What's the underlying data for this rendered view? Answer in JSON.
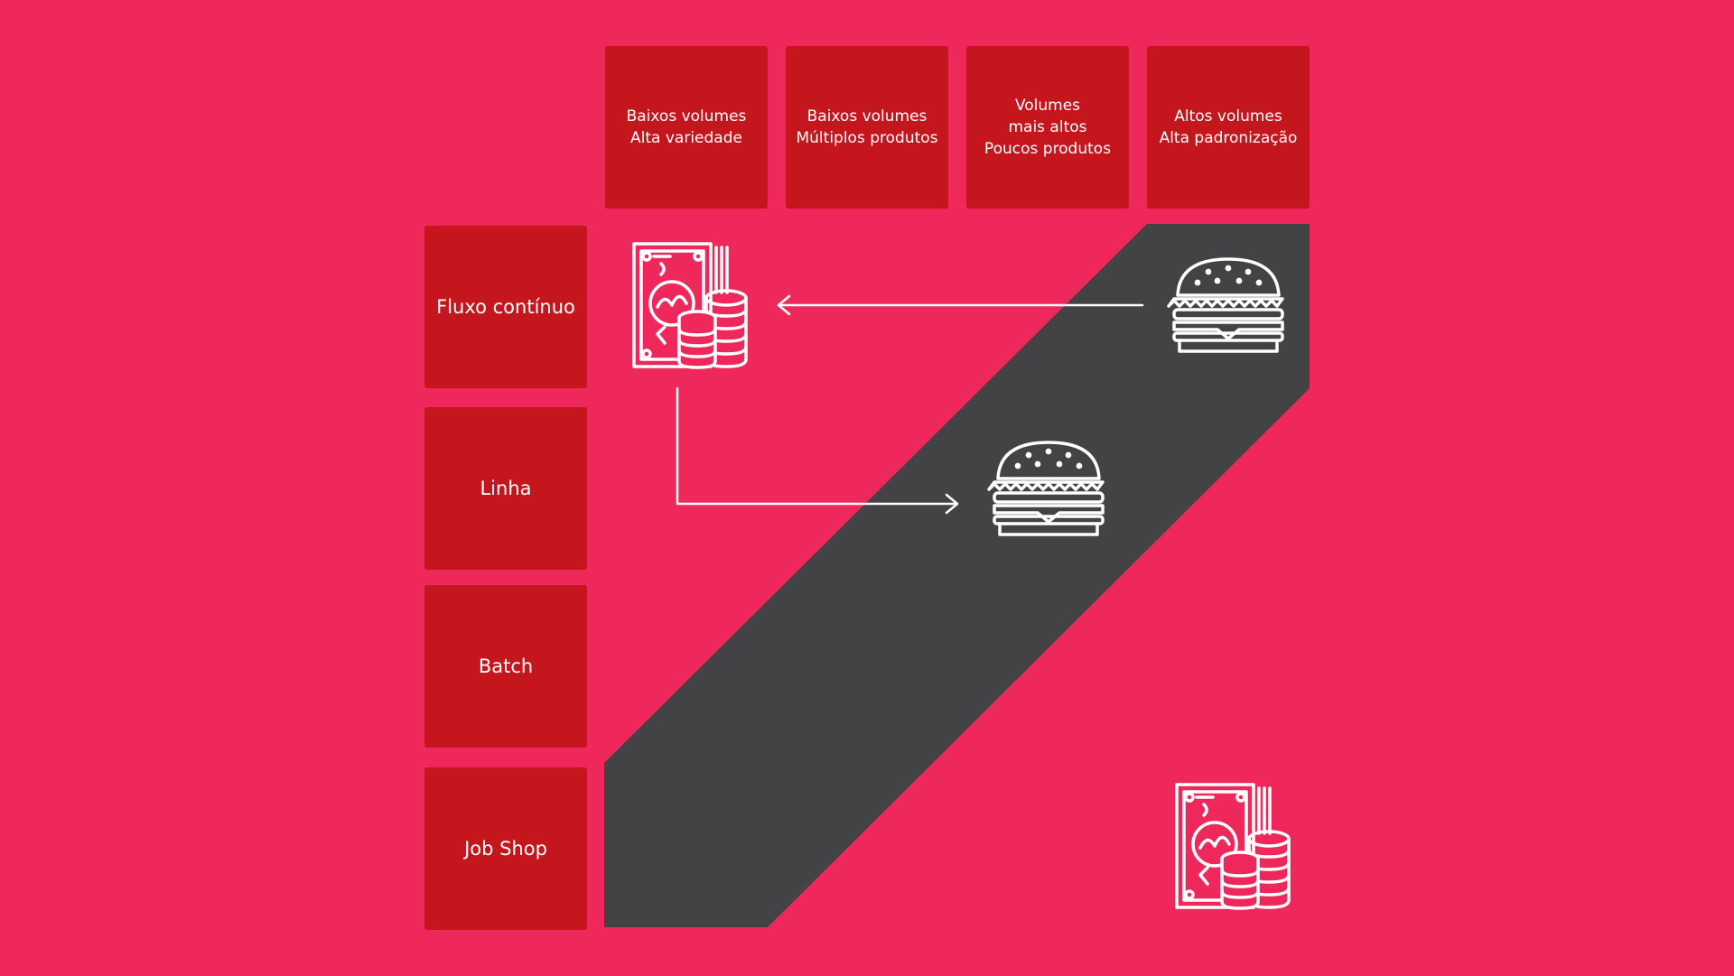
{
  "colors": {
    "background": "#EF285C",
    "box": "#C4161C",
    "band": "#434345",
    "icon": "#FFFFFF"
  },
  "columns": [
    {
      "label": "Baixos volumes\nAlta variedade"
    },
    {
      "label": "Baixos volumes\nMúltiplos produtos"
    },
    {
      "label": "Volumes\nmais altos\nPoucos produtos"
    },
    {
      "label": "Altos volumes\nAlta padronização"
    }
  ],
  "rows": [
    {
      "label": "Fluxo contínuo"
    },
    {
      "label": "Linha"
    },
    {
      "label": "Batch"
    },
    {
      "label": "Job Shop"
    }
  ],
  "icons": {
    "money": "money-coins-icon",
    "burger": "burger-icon"
  }
}
